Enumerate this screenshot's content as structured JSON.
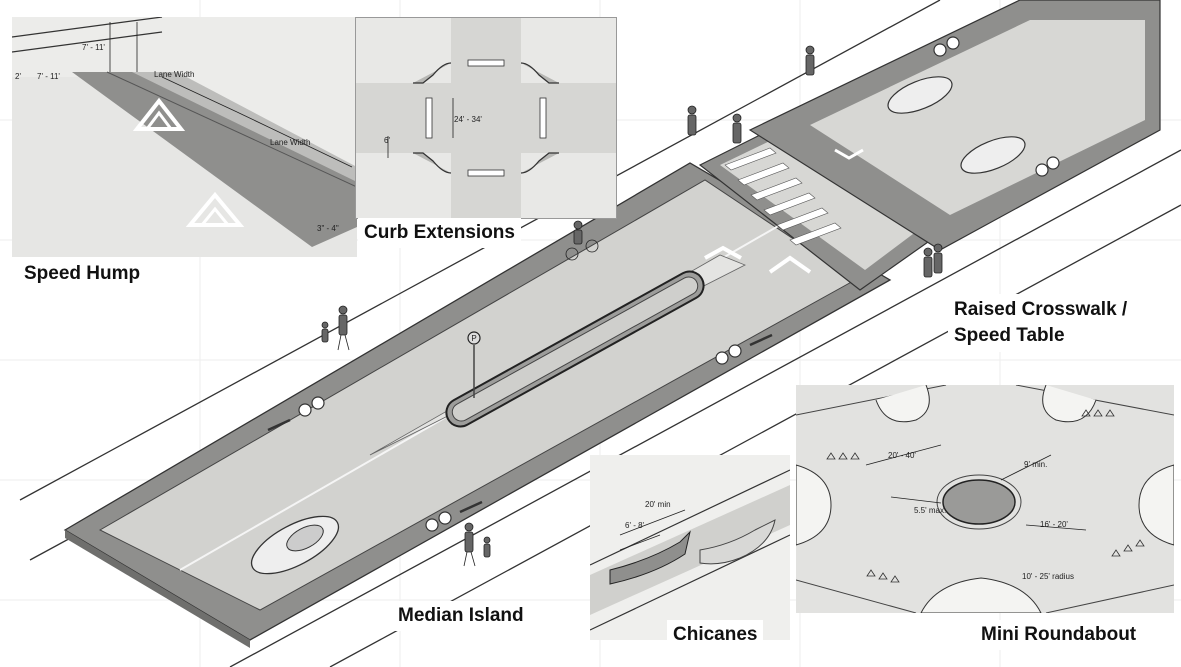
{
  "labels": {
    "speed_hump": "Speed Hump",
    "curb_extensions": "Curb Extensions",
    "raised_crosswalk": "Raised Crosswalk /\nSpeed Table",
    "median_island": "Median Island",
    "chicanes": "Chicanes",
    "mini_roundabout": "Mini Roundabout"
  },
  "speed_hump_dims": {
    "lane_width_top": "Lane Width",
    "lane_width_bottom": "Lane Width",
    "d_7_11_top": "7' - 11'",
    "d_7_11_left": "7' - 11'",
    "d_2": "2'",
    "d_3_4": "3\" - 4\""
  },
  "curb_dims": {
    "d_24_34": "24' - 34'",
    "d_6": "6'"
  },
  "median_dims": {
    "sign": "P"
  },
  "chicane_dims": {
    "d_20min": "20' min",
    "d_6_8": "6' - 8'"
  },
  "roundabout_dims": {
    "d_20_40": "20' - 40'",
    "d_9min": "9' min.",
    "d_5_5max": "5.5' max.",
    "d_16_20": "16' - 20'",
    "d_radius": "10' - 25' radius"
  },
  "colors": {
    "lane_gray": "#c9c9c6",
    "band_gray": "#8f8f8d",
    "paper": "#f1f1ef",
    "ink": "#222222"
  }
}
